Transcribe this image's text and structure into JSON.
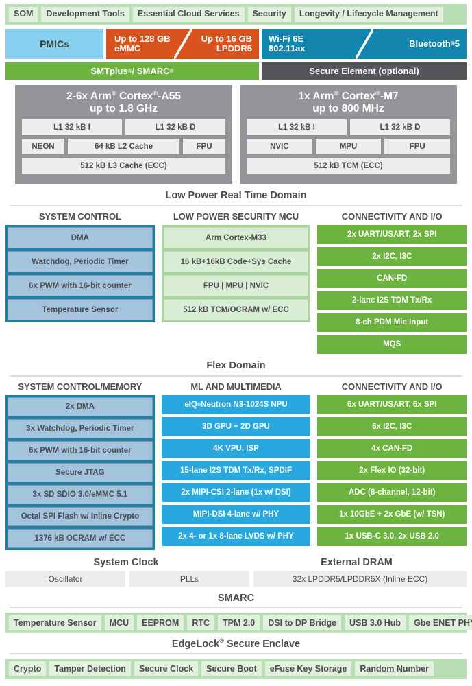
{
  "som_band": {
    "items": [
      {
        "label": "SOM"
      },
      {
        "label": "Development Tools"
      },
      {
        "label": "Essential Cloud Services"
      },
      {
        "label": "Security"
      },
      {
        "label": "Longevity / Lifecycle Management"
      }
    ]
  },
  "hardware_row": {
    "pmics": "PMICs",
    "memory": {
      "left": "Up to 128 GB eMMC",
      "right": "Up to 16 GB LPDDR5"
    },
    "wireless": {
      "left": "Wi-Fi 6E 802.11ax",
      "right": "Bluetooth® 5"
    }
  },
  "module_row": {
    "smt": "SMTplus® / SMARC®",
    "secure_element": "Secure Element (optional)"
  },
  "cpu": {
    "cores": [
      {
        "title": "2-6x Arm® Cortex®-A55 up to 1.8 GHz",
        "row1": [
          "L1 32 kB I",
          "L1 32 kB D"
        ],
        "row2": [
          "NEON",
          "64 kB L2 Cache",
          "FPU"
        ],
        "row3": "512 kB L3 Cache (ECC)"
      },
      {
        "title": "1x Arm® Cortex®-M7 up to 800 MHz",
        "row1": [
          "L1 32 kB I",
          "L1 32 kB D"
        ],
        "row2": [
          "NVIC",
          "MPU",
          "FPU"
        ],
        "row3": "512 kB TCM (ECC)"
      }
    ],
    "domain_label": "Low Power Real Time Domain"
  },
  "lowpower_domain": {
    "columns": [
      {
        "head": "SYSTEM CONTROL",
        "style": "frame-blue",
        "items": [
          "DMA",
          "Watchdog, Periodic Timer",
          "6x PWM with 16-bit counter",
          "Temperature Sensor"
        ]
      },
      {
        "head": "LOW POWER SECURITY MCU",
        "style": "frame-lgreen",
        "items": [
          "Arm Cortex-M33",
          "16 kB+16kB Code+Sys Cache",
          "FPU | MPU | NVIC",
          "512 kB TCM/OCRAM w/ ECC"
        ]
      },
      {
        "head": "CONNECTIVITY AND I/O",
        "style": "plain-green",
        "items": [
          "2x UART/USART, 2x SPI",
          "2x I2C, I3C",
          "CAN-FD",
          "2-lane I2S TDM Tx/Rx",
          "8-ch PDM Mic Input",
          "MQS"
        ]
      }
    ],
    "domain_label": "Flex Domain"
  },
  "flex_domain": {
    "columns": [
      {
        "head": "SYSTEM CONTROL/MEMORY",
        "style": "frame-blue",
        "items": [
          "2x DMA",
          "3x Watchdog, Periodic Timer",
          "6x PWM with 16-bit counter",
          "Secure JTAG",
          "3x SD SDIO 3.0/eMMC 5.1",
          "Octal SPI Flash w/ Inline Crypto",
          "1376 kB OCRAM w/ ECC"
        ]
      },
      {
        "head": "ML AND MULTIMEDIA",
        "style": "plain-blue",
        "items": [
          "eIQ® Neutron N3-1024S NPU",
          "3D GPU + 2D GPU",
          "4K VPU, ISP",
          "15-lane I2S TDM Tx/Rx, SPDIF",
          "2x MIPI-CSI 2-lane (1x w/ DSI)",
          "MIPI-DSI 4-lane w/ PHY",
          "2x 4- or 1x 8-lane LVDS w/ PHY"
        ]
      },
      {
        "head": "CONNECTIVITY AND I/O",
        "style": "plain-green",
        "items": [
          "6x UART/USART, 6x SPI",
          "6x I2C, I3C",
          "4x CAN-FD",
          "2x Flex IO (32-bit)",
          "ADC (8-channel, 12-bit)",
          "1x 10GbE + 2x GbE (w/ TSN)",
          "1x USB-C 3.0, 2x USB 2.0"
        ]
      }
    ]
  },
  "clock_dram": {
    "system_clock_head": "System Clock",
    "external_dram_head": "External DRAM",
    "oscillator": "Oscillator",
    "plls": "PLLs",
    "dram": "32x LPDDR5/LPDDR5X (Inline ECC)"
  },
  "smarc_band": {
    "title": "SMARC",
    "items": [
      "Temperature Sensor",
      "MCU",
      "EEPROM",
      "RTC",
      "TPM 2.0",
      "DSI to DP Bridge",
      "USB 3.0 Hub",
      "Gbe ENET PHY"
    ]
  },
  "edgelock_band": {
    "title": "EdgeLock® Secure Enclave",
    "items": [
      "Crypto",
      "Tamper Detection",
      "Secure Clock",
      "Secure Boot",
      "eFuse Key Storage",
      "Random Number"
    ]
  },
  "colors": {
    "green_band_bg": "#b9dfb4",
    "green_chip_bg": "#e2f0de",
    "pmic_blue": "#87d0ef",
    "memory_orange": "#d9531e",
    "wireless_blue": "#1386b0",
    "smt_green": "#6cb33f",
    "secure_gray": "#54565a",
    "cpu_gray": "#949598",
    "frame_blue": "#1682a8",
    "item_blue": "#a4c3dc",
    "frame_light_green": "#a9d4a0",
    "item_light_green": "#d9edd4",
    "ml_blue": "#29a8df",
    "text_gray": "#4c4d4f"
  }
}
